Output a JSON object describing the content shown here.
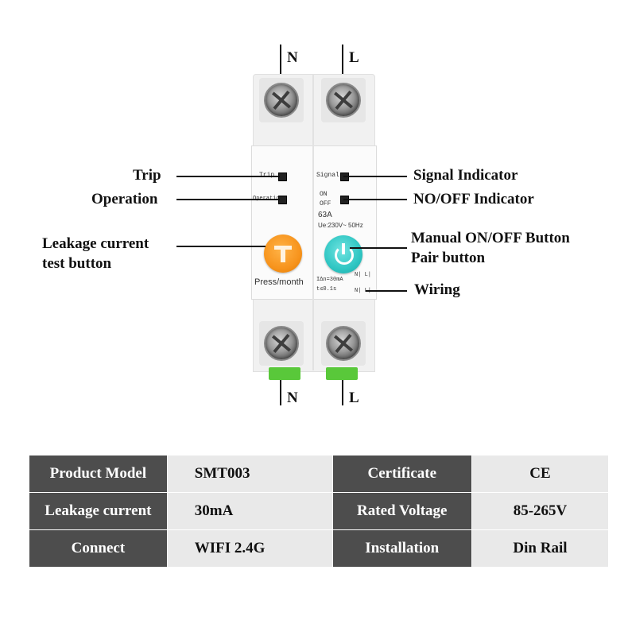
{
  "terminals": {
    "top_left": "N",
    "top_right": "L",
    "bottom_left": "N",
    "bottom_right": "L"
  },
  "callouts": {
    "trip": "Trip",
    "operation": "Operation",
    "leakage_line1": "Leakage current",
    "leakage_line2": "test button",
    "signal_indicator": "Signal Indicator",
    "onoff_indicator": "NO/OFF Indicator",
    "manual_button": "Manual  ON/OFF Button",
    "pair_button": "Pair button",
    "wiring": "Wiring"
  },
  "device_labels": {
    "trip": "Trip",
    "operation": "Operation",
    "signal": "Signal",
    "on": "ON",
    "off": "OFF",
    "rating": "63A",
    "voltage": "Ue:230V~ 50Hz",
    "press": "Press/month",
    "leak_spec": "IΔn=30mA",
    "time_spec": "t≤0.1s",
    "wiring_top": "N| L|",
    "wiring_bottom": "N| L|"
  },
  "specs": {
    "rows": [
      {
        "k1": "Product Model",
        "v1": "SMT003",
        "k2": "Certificate",
        "v2": "CE"
      },
      {
        "k1": "Leakage current",
        "v1": "30mA",
        "k2": "Rated Voltage",
        "v2": "85-265V"
      },
      {
        "k1": "Connect",
        "v1": "WIFI 2.4G",
        "k2": "Installation",
        "v2": "Din Rail"
      }
    ]
  },
  "colors": {
    "test_button": "#f7941d",
    "power_button": "#2fc6c3",
    "terminal_block": "#59c83a",
    "table_key_bg": "#4d4d4d",
    "table_value_bg": "#e9e9e9"
  }
}
